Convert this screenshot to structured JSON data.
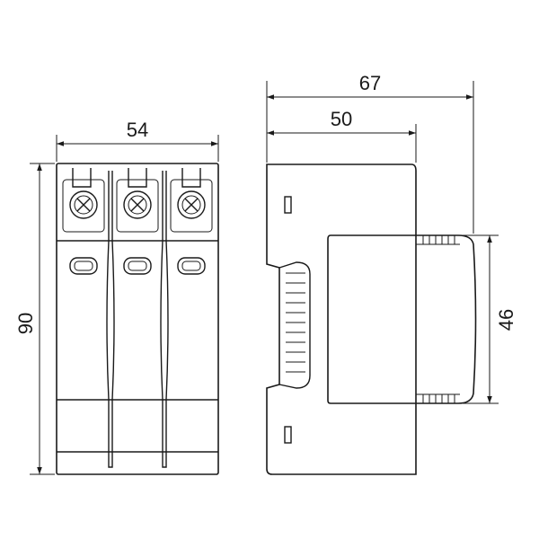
{
  "dimensions": {
    "front_width": "54",
    "front_height": "90",
    "side_total_depth": "67",
    "side_body_depth": "50",
    "side_module_height": "46"
  },
  "icons": {
    "terminal_screw": "terminal-screw-icon",
    "indicator_window": "indicator-window-icon"
  },
  "colors": {
    "line": "#1a1a1a",
    "background": "#ffffff"
  }
}
